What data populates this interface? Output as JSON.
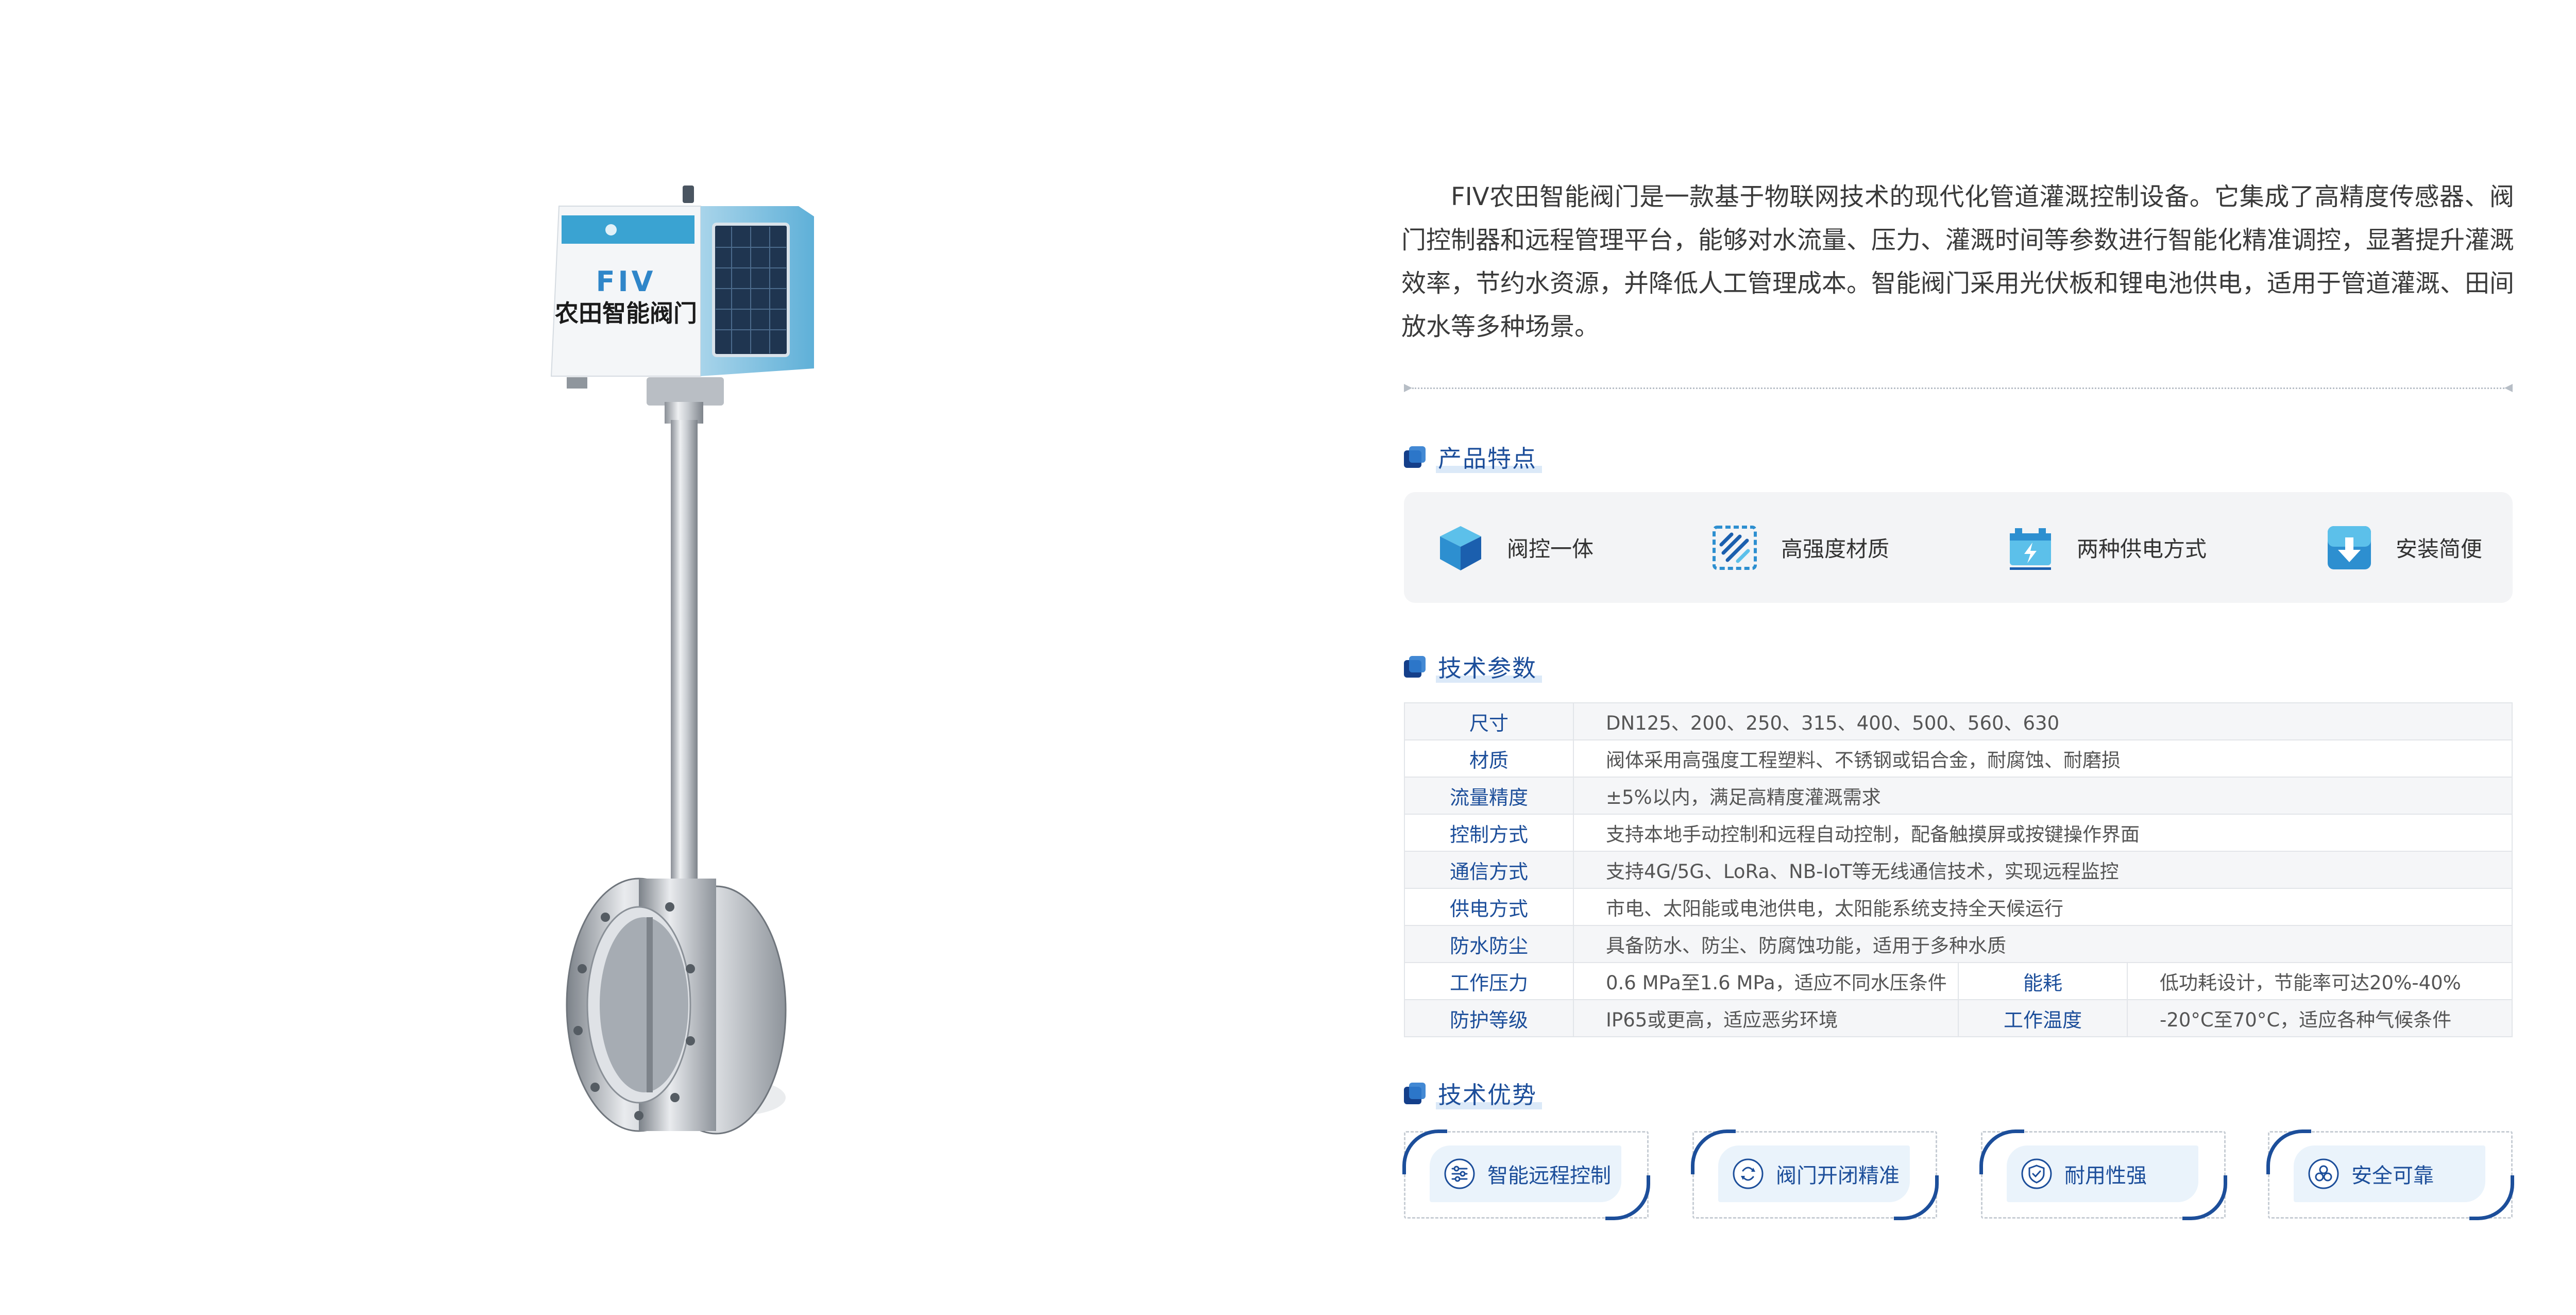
{
  "product": {
    "device_brand": "FIV",
    "device_label": "农田智能阀门"
  },
  "intro": {
    "text": "FIV农田智能阀门是一款基于物联网技术的现代化管道灌溉控制设备。它集成了高精度传感器、阀门控制器和远程管理平台，能够对水流量、压力、灌溉时间等参数进行智能化精准调控，显著提升灌溉效率，节约水资源，并降低人工管理成本。智能阀门采用光伏板和锂电池供电，适用于管道灌溉、田间放水等多种场景。"
  },
  "sections": {
    "features_title": "产品特点",
    "specs_title": "技术参数",
    "advantages_title": "技术优势"
  },
  "features": [
    {
      "label": "阀控一体",
      "icon": "cube-icon"
    },
    {
      "label": "高强度材质",
      "icon": "material-icon"
    },
    {
      "label": "两种供电方式",
      "icon": "battery-icon"
    },
    {
      "label": "安装简便",
      "icon": "install-icon"
    }
  ],
  "specs": {
    "rows": [
      {
        "key": "尺寸",
        "value": "DN125、200、250、315、400、500、560、630"
      },
      {
        "key": "材质",
        "value": "阀体采用高强度工程塑料、不锈钢或铝合金，耐腐蚀、耐磨损"
      },
      {
        "key": "流量精度",
        "value": "±5%以内，满足高精度灌溉需求"
      },
      {
        "key": "控制方式",
        "value": "支持本地手动控制和远程自动控制，配备触摸屏或按键操作界面"
      },
      {
        "key": "通信方式",
        "value": "支持4G/5G、LoRa、NB-IoT等无线通信技术，实现远程监控"
      },
      {
        "key": "供电方式",
        "value": "市电、太阳能或电池供电，太阳能系统支持全天候运行"
      },
      {
        "key": "防水防尘",
        "value": "具备防水、防尘、防腐蚀功能，适用于多种水质"
      }
    ],
    "split_rows": [
      {
        "key": "工作压力",
        "value": "0.6 MPa至1.6 MPa，适应不同水压条件",
        "key2": "能耗",
        "value2": "低功耗设计，节能率可达20%-40%"
      },
      {
        "key": "防护等级",
        "value": "IP65或更高，适应恶劣环境",
        "key2": "工作温度",
        "value2": "-20°C至70°C，适应各种气候条件"
      }
    ]
  },
  "advantages": [
    {
      "label": "智能远程控制",
      "icon": "sliders-icon"
    },
    {
      "label": "阀门开闭精准",
      "icon": "switch-icon"
    },
    {
      "label": "耐用性强",
      "icon": "shield-icon"
    },
    {
      "label": "安全可靠",
      "icon": "safety-icon"
    }
  ],
  "colors": {
    "accent": "#1c4e9a",
    "accent_light": "#2f7ccf",
    "panel_bg": "#f3f4f6"
  }
}
